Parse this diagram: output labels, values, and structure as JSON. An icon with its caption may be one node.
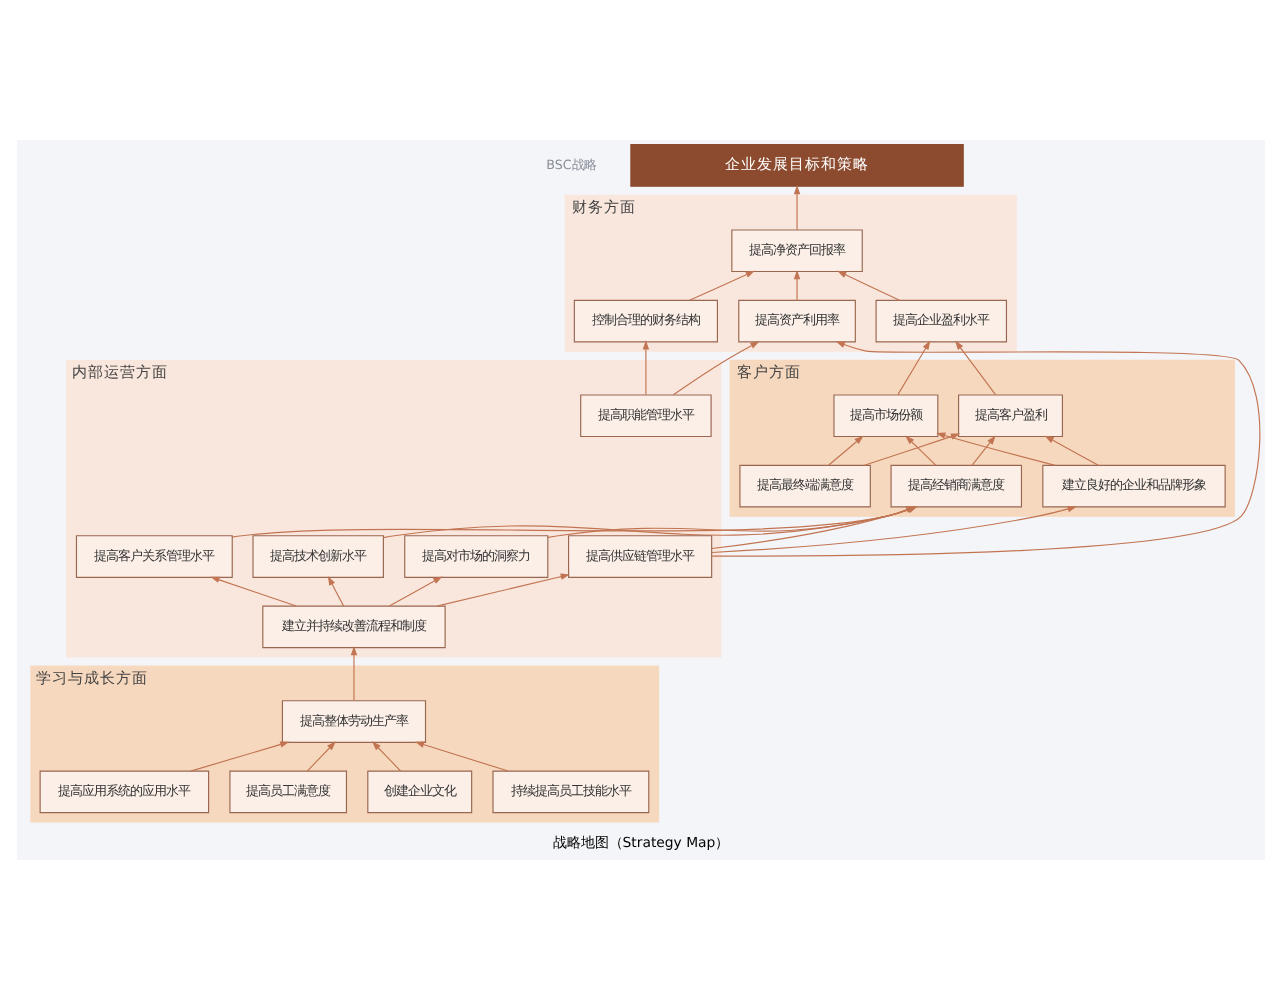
{
  "diagram": {
    "caption": "战略地图（Strategy Map）",
    "nodes": [
      {
        "text": [
          "企业发展目标和策略"
        ]
      },
      {
        "text": [
          "财务方面"
        ]
      },
      {
        "text": [
          "提高净资产回报率"
        ],
        "in": 1
      },
      {
        "text": [
          "提高企业盈利水平"
        ],
        "in": 1
      },
      {
        "text": [
          "提高资产利用率"
        ],
        "in": 1
      },
      {
        "text": [
          "控制合理的财务结构"
        ],
        "in": 1
      },
      {
        "text": [
          "客户方面"
        ]
      },
      {
        "text": [
          "提高市场份额"
        ],
        "in": 6
      },
      {
        "text": [
          "提高客户盈利"
        ],
        "in": 6
      },
      {
        "text": [
          "提高经销商满意度"
        ],
        "in": 6
      },
      {
        "text": [
          "提高最终端满意度"
        ],
        "in": 6
      },
      {
        "text": [
          "建立良好的企业和品牌形象"
        ],
        "in": 6
      },
      {
        "text": [
          "内部运营方面"
        ]
      },
      {
        "text": [
          "提高技术创新水平"
        ],
        "in": 12
      },
      {
        "text": [
          "提高对市场的洞察力"
        ],
        "in": 12
      },
      {
        "text": [
          "提高客户关系管理水平"
        ],
        "in": 12
      },
      {
        "text": [
          "提高供应链管理水平"
        ],
        "in": 12
      },
      {
        "text": [
          "提高职能管理水平"
        ],
        "in": 12
      },
      {
        "text": [
          "建立并持续改善流程和制度"
        ],
        "in": 12
      },
      {
        "text": [
          "学习与成长方面"
        ]
      },
      {
        "text": [
          "提高整体劳动生产率"
        ],
        "in": 19
      },
      {
        "text": [
          "持续提高员工技能水平"
        ],
        "in": 19
      },
      {
        "text": [
          "创建企业文化"
        ],
        "in": 19
      },
      {
        "text": [
          "提高员工满意度"
        ],
        "in": 19
      },
      {
        "text": [
          "提高应用系统的应用水平"
        ],
        "in": 19
      }
    ],
    "edges": [
      {
        "from": 2,
        "to": 0,
        "arrow": "to"
      },
      {
        "from": 3,
        "to": 2,
        "arrow": "to"
      },
      {
        "from": 4,
        "to": 2,
        "arrow": "to"
      },
      {
        "from": 5,
        "to": 2,
        "arrow": "to"
      },
      {
        "from": 7,
        "to": 3,
        "arrow": "to"
      },
      {
        "from": 8,
        "to": 3,
        "arrow": "to"
      },
      {
        "from": 9,
        "to": 7,
        "arrow": "to"
      },
      {
        "from": 10,
        "to": 7,
        "arrow": "to"
      },
      {
        "from": 11,
        "to": 7,
        "arrow": "to"
      },
      {
        "from": 9,
        "to": 8,
        "arrow": "to"
      },
      {
        "from": 10,
        "to": 8,
        "arrow": "to"
      },
      {
        "from": 11,
        "to": 8,
        "arrow": "to"
      },
      {
        "from": 13,
        "to": 9,
        "arrow": "to"
      },
      {
        "from": 14,
        "to": 9,
        "arrow": "to"
      },
      {
        "from": 15,
        "to": 9,
        "arrow": "to"
      },
      {
        "from": 16,
        "to": 9,
        "arrow": "to"
      },
      {
        "from": 16,
        "to": 11,
        "arrow": "to"
      },
      {
        "from": 16,
        "to": 4,
        "arrow": "to"
      },
      {
        "from": 17,
        "to": 4,
        "arrow": "to"
      },
      {
        "from": 17,
        "to": 5,
        "arrow": "to"
      },
      {
        "from": 18,
        "to": 13,
        "arrow": "to"
      },
      {
        "from": 18,
        "to": 14,
        "arrow": "to"
      },
      {
        "from": 18,
        "to": 15,
        "arrow": "to"
      },
      {
        "from": 18,
        "to": 16,
        "arrow": "to"
      },
      {
        "from": 20,
        "to": 18,
        "arrow": "to"
      },
      {
        "from": 21,
        "to": 20,
        "arrow": "to"
      },
      {
        "from": 22,
        "to": 20,
        "arrow": "to"
      },
      {
        "from": 23,
        "to": 20,
        "arrow": "to"
      },
      {
        "from": 24,
        "to": 20,
        "arrow": "to"
      }
    ],
    "labels": [
      "BSC战略"
    ]
  }
}
